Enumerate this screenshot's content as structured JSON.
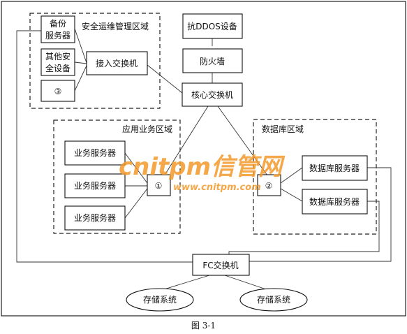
{
  "zones": {
    "security": "安全运维管理区域",
    "app": "应用业务区域",
    "db": "数据库区域"
  },
  "nodes": {
    "backup_server": [
      "备份",
      "服务器"
    ],
    "other_security": [
      "其他安",
      "全设备"
    ],
    "circle3": "③",
    "access_switch": "接入交换机",
    "anti_ddos": "抗DDOS设备",
    "firewall": "防火墙",
    "core_switch": "核心交换机",
    "biz_server_1": "业务服务器",
    "biz_server_2": "业务服务器",
    "biz_server_3": "业务服务器",
    "circle1": "①",
    "circle2": "②",
    "db_server_1": "数据库服务器",
    "db_server_2": "数据库服务器",
    "fc_switch": "FC交换机",
    "storage_1": "存储系统",
    "storage_2": "存储系统"
  },
  "watermark": {
    "brand": "cnitpm信管网",
    "url": "www.cnitpm.com",
    "color": "#f39a2b"
  },
  "caption": "图 3-1"
}
